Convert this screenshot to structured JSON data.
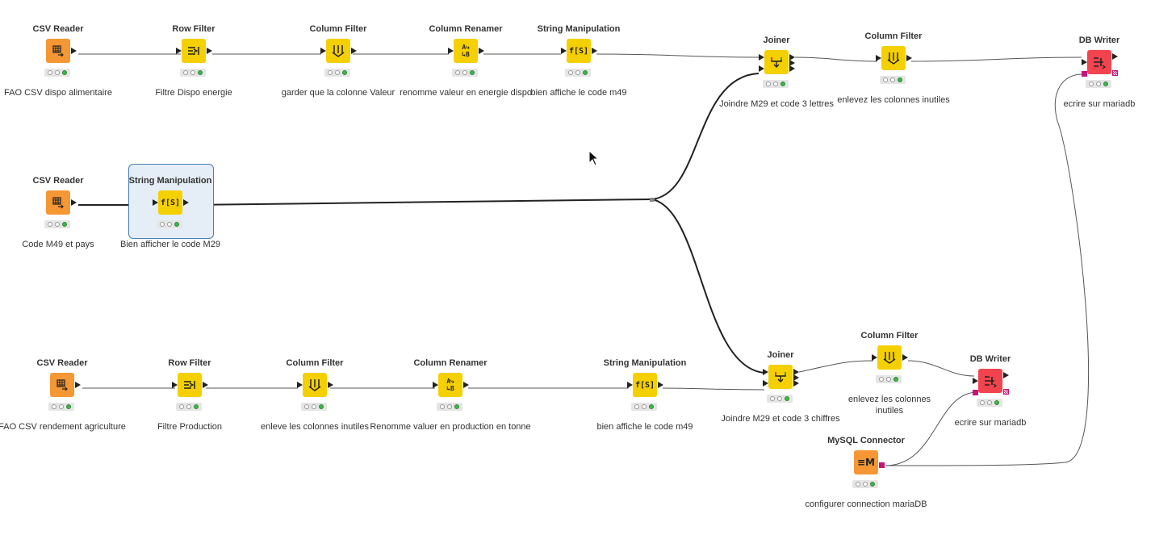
{
  "nodes": [
    {
      "id": "n1",
      "title": "CSV Reader",
      "label": "FAO CSV dispo alimentaire",
      "color": "orange",
      "icon": "csv-reader-icon"
    },
    {
      "id": "n2",
      "title": "Row Filter",
      "label": "Filtre Dispo energie",
      "color": "yellow",
      "icon": "row-filter-icon"
    },
    {
      "id": "n3",
      "title": "Column Filter",
      "label": "garder que la colonne Valeur",
      "color": "yellow",
      "icon": "column-filter-icon"
    },
    {
      "id": "n4",
      "title": "Column Renamer",
      "label": "renomme valeur en energie dispo",
      "color": "yellow",
      "icon": "column-renamer-icon"
    },
    {
      "id": "n5",
      "title": "String Manipulation",
      "label": "bien affiche le code m49",
      "color": "yellow",
      "icon": "string-manipulation-icon"
    },
    {
      "id": "n6",
      "title": "Joiner",
      "label": "Joindre M29 et code 3 lettres",
      "color": "yellow",
      "icon": "joiner-icon"
    },
    {
      "id": "n7",
      "title": "Column Filter",
      "label": "enlevez les colonnes inutiles",
      "color": "yellow",
      "icon": "column-filter-icon"
    },
    {
      "id": "n8",
      "title": "DB Writer",
      "label": "ecrire sur mariadb",
      "color": "red",
      "icon": "db-writer-icon"
    },
    {
      "id": "n9",
      "title": "CSV Reader",
      "label": "Code M49 et pays",
      "color": "orange",
      "icon": "csv-reader-icon"
    },
    {
      "id": "n10",
      "title": "String Manipulation",
      "label": "Bien afficher le code M29",
      "color": "yellow",
      "icon": "string-manipulation-icon"
    },
    {
      "id": "n11",
      "title": "CSV Reader",
      "label": "FAO CSV rendement agriculture",
      "color": "orange",
      "icon": "csv-reader-icon"
    },
    {
      "id": "n12",
      "title": "Row Filter",
      "label": "Filtre Production",
      "color": "yellow",
      "icon": "row-filter-icon"
    },
    {
      "id": "n13",
      "title": "Column Filter",
      "label": "enleve les colonnes inutiles",
      "color": "yellow",
      "icon": "column-filter-icon"
    },
    {
      "id": "n14",
      "title": "Column Renamer",
      "label": "Renomme valuer en production en tonne",
      "color": "yellow",
      "icon": "column-renamer-icon"
    },
    {
      "id": "n15",
      "title": "String Manipulation",
      "label": "bien affiche le code m49",
      "color": "yellow",
      "icon": "string-manipulation-icon"
    },
    {
      "id": "n16",
      "title": "Joiner",
      "label": "Joindre M29 et code 3 chiffres",
      "color": "yellow",
      "icon": "joiner-icon"
    },
    {
      "id": "n17",
      "title": "Column Filter",
      "label": "enlevez les colonnes inutiles",
      "color": "yellow",
      "icon": "column-filter-icon"
    },
    {
      "id": "n18",
      "title": "DB Writer",
      "label": "ecrire sur mariadb",
      "color": "red",
      "icon": "db-writer-icon"
    },
    {
      "id": "n19",
      "title": "MySQL Connector",
      "label": "configurer connection mariaDB",
      "color": "orange",
      "icon": "mysql-connector-icon"
    }
  ],
  "icon_text": {
    "string": "f[S]",
    "renamer_top": "A",
    "renamer_bottom": "B",
    "mysql": "M"
  },
  "colors": {
    "yellow": "#f5d000",
    "orange": "#f59734",
    "red": "#f3434e",
    "db_port": "#c7127b",
    "status_green": "#3db54a",
    "selection": "#4a7fb0"
  }
}
